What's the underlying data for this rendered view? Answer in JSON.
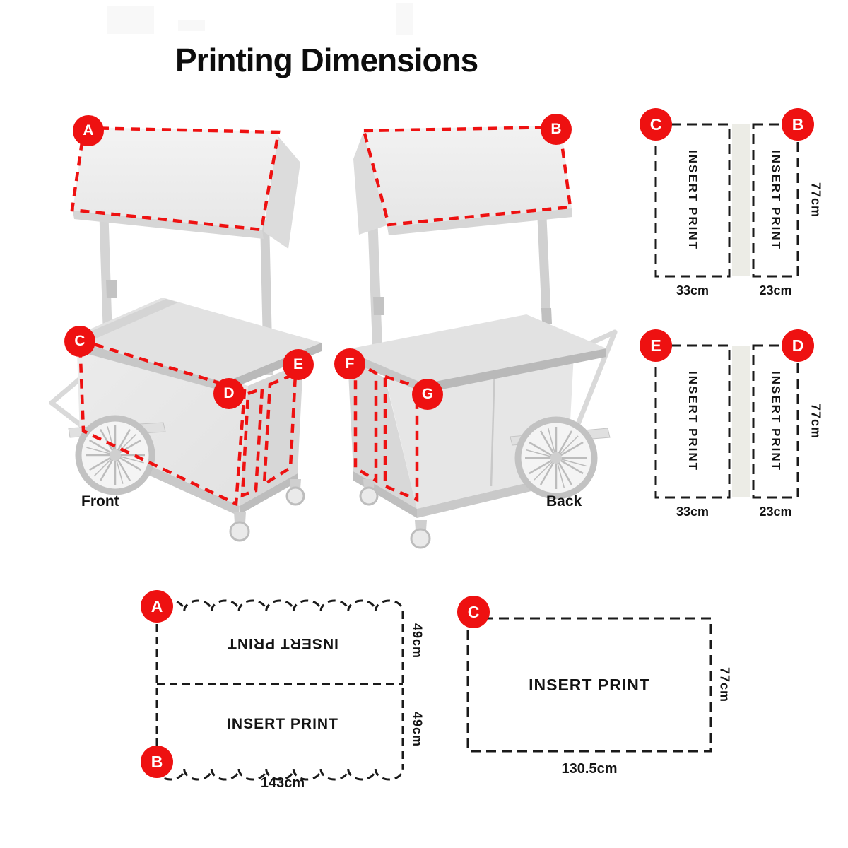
{
  "title": "Printing Dimensions",
  "colors": {
    "accent_red": "#ee1111",
    "line_black": "#1a1a1a",
    "divider_strip": "#ecece6"
  },
  "front_view": {
    "caption": "Front"
  },
  "back_view": {
    "caption": "Back"
  },
  "badges": {
    "A": "A",
    "B": "B",
    "C": "C",
    "D": "D",
    "E": "E",
    "F": "F",
    "G": "G"
  },
  "side_panel_diagrams": [
    {
      "left_badge": "C",
      "right_badge": "B",
      "left_print": "INSERT PRINT",
      "right_print": "INSERT PRINT",
      "left_width": "33cm",
      "right_width": "23cm",
      "height": "77cm"
    },
    {
      "left_badge": "E",
      "right_badge": "D",
      "left_print": "INSERT PRINT",
      "right_print": "INSERT PRINT",
      "left_width": "33cm",
      "right_width": "23cm",
      "height": "77cm"
    }
  ],
  "canopy_diagram": {
    "top_badge": "A",
    "bottom_badge": "B",
    "top_print": "INSERT PRINT",
    "bottom_print": "INSERT PRINT",
    "top_height": "49cm",
    "bottom_height": "49cm",
    "width": "143cm"
  },
  "front_panel_diagram": {
    "badge": "C",
    "print": "INSERT PRINT",
    "width": "130.5cm",
    "height": "77cm"
  }
}
